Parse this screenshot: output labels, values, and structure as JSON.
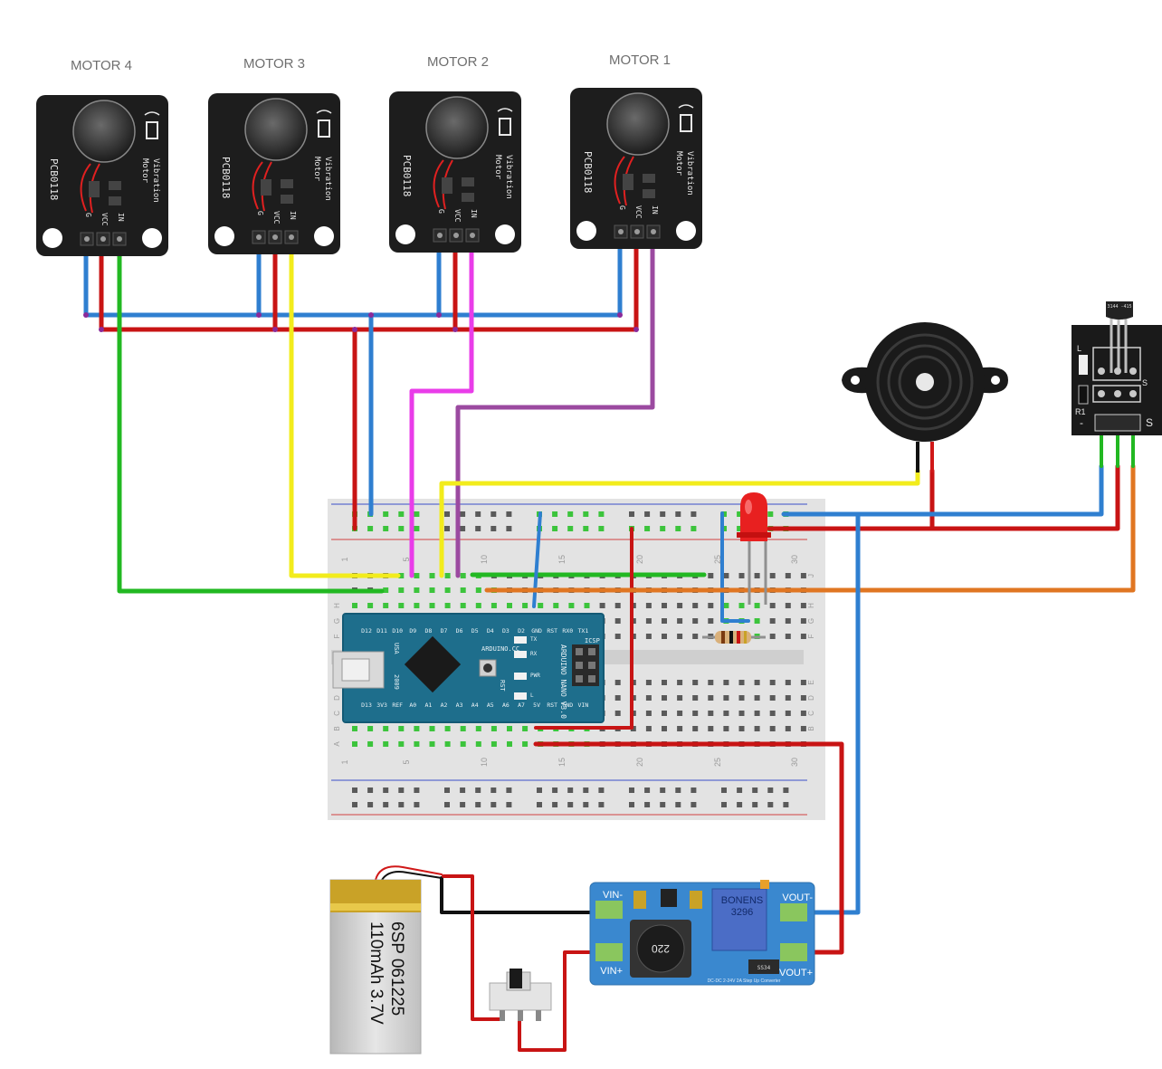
{
  "motors": [
    {
      "label": "MOTOR 4",
      "pcb": "PCB0118",
      "text1": "Vibration",
      "text2": "Motor",
      "pins": [
        "G",
        "VCC",
        "IN"
      ]
    },
    {
      "label": "MOTOR 3",
      "pcb": "PCB0118",
      "text1": "Vibration",
      "text2": "Motor",
      "pins": [
        "G",
        "VCC",
        "IN"
      ]
    },
    {
      "label": "MOTOR 2",
      "pcb": "PCB0118",
      "text1": "Vibration",
      "text2": "Motor",
      "pins": [
        "G",
        "VCC",
        "IN"
      ]
    },
    {
      "label": "MOTOR 1",
      "pcb": "PCB0118",
      "text1": "Vibration",
      "text2": "Motor",
      "pins": [
        "G",
        "VCC",
        "IN"
      ]
    }
  ],
  "breadboard": {
    "col_numbers": [
      "1",
      "5",
      "10",
      "15",
      "20",
      "25",
      "30"
    ],
    "row_letters_top": [
      "J",
      "I",
      "H",
      "G",
      "F"
    ],
    "row_letters_bottom": [
      "E",
      "D",
      "C",
      "B",
      "A"
    ]
  },
  "arduino": {
    "top_pins": [
      "D12",
      "D11",
      "D10",
      "D9",
      "D8",
      "D7",
      "D6",
      "D5",
      "D4",
      "D3",
      "D2",
      "GND",
      "RST",
      "RX0",
      "TX1"
    ],
    "bottom_pins": [
      "D13",
      "3V3",
      "REF",
      "A0",
      "A1",
      "A2",
      "A3",
      "A4",
      "A5",
      "A6",
      "A7",
      "5V",
      "RST",
      "GND",
      "VIN"
    ],
    "brand": "ARDUINO.CC",
    "model": "ARDUINO NANO V3.0",
    "usa": "USA",
    "year": "2009",
    "icsp": "ICSP",
    "rst": "RST",
    "led_tx": "TX",
    "led_rx": "RX",
    "led_pwr": "PWR",
    "led_l": "L"
  },
  "hall_sensor": {
    "chip": "3144 -415",
    "pin_minus": "-",
    "pin_s": "S",
    "r1": "R1",
    "l": "L",
    "s_small": "S"
  },
  "battery": {
    "line1": "6SP 061225",
    "line2": "110mAh 3.7V"
  },
  "boost": {
    "vin_minus": "VIN-",
    "vin_plus": "VIN+",
    "vout_minus": "VOUT-",
    "vout_plus": "VOUT+",
    "inductor": "220",
    "brand": "BONENS",
    "pot": "3296",
    "diode": "SS34",
    "footer": "DC-DC 2-24V 2A Step Up Converter"
  },
  "colors": {
    "red": "#c81414",
    "blue": "#2f7fd0",
    "green": "#22b822",
    "yellow": "#f2ec1c",
    "magenta": "#e93ce9",
    "purple": "#9b4aa0",
    "orange": "#e07622",
    "black": "#111111"
  }
}
